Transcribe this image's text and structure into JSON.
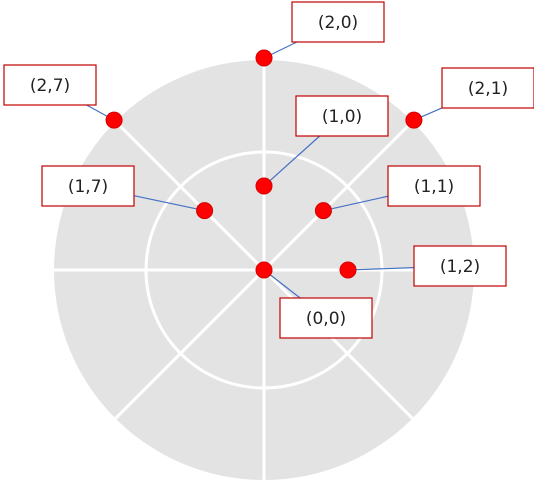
{
  "colors": {
    "disc": "#e3e3e3",
    "lines": "#ffffff",
    "point": "#ff0000",
    "point_stroke": "#d40000",
    "box_border": "#c00000",
    "arrow": "#4472c4"
  },
  "points": [
    {
      "label": "(0,0)",
      "ring": 0,
      "sector": 0
    },
    {
      "label": "(1,0)",
      "ring": 1,
      "sector": 0
    },
    {
      "label": "(1,1)",
      "ring": 1,
      "sector": 1
    },
    {
      "label": "(1,2)",
      "ring": 1,
      "sector": 2
    },
    {
      "label": "(1,7)",
      "ring": 1,
      "sector": 7
    },
    {
      "label": "(2,0)",
      "ring": 2,
      "sector": 0
    },
    {
      "label": "(2,1)",
      "ring": 2,
      "sector": 1
    },
    {
      "label": "(2,7)",
      "ring": 2,
      "sector": 7
    }
  ]
}
